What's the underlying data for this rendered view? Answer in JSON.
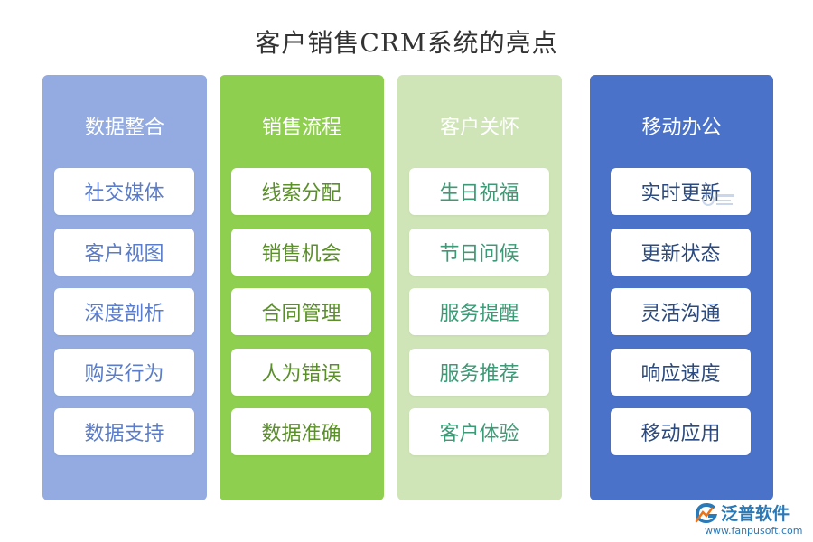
{
  "title": "客户销售CRM系统的亮点",
  "columns": [
    {
      "heading": "数据整合",
      "bg_color": "#93abe0",
      "text_color": "#5b7dc9",
      "items": [
        "社交媒体",
        "客户视图",
        "深度剖析",
        "购买行为",
        "数据支持"
      ]
    },
    {
      "heading": "销售流程",
      "bg_color": "#8fcf4f",
      "text_color": "#5a8f2a",
      "items": [
        "线索分配",
        "销售机会",
        "合同管理",
        "人为错误",
        "数据准确"
      ]
    },
    {
      "heading": "客户关怀",
      "bg_color": "#cfe5b8",
      "text_color": "#3e9a76",
      "items": [
        "生日祝福",
        "节日问候",
        "服务提醒",
        "服务推荐",
        "客户体验"
      ]
    },
    {
      "heading": "移动办公",
      "bg_color": "#4a72c9",
      "text_color": "#2c4a7e",
      "items": [
        "实时更新",
        "更新状态",
        "灵活沟通",
        "响应速度",
        "移动应用"
      ]
    }
  ],
  "brand": {
    "name": "泛普软件",
    "url": "www.fanpusoft.com",
    "color": "#2a7ab8"
  }
}
